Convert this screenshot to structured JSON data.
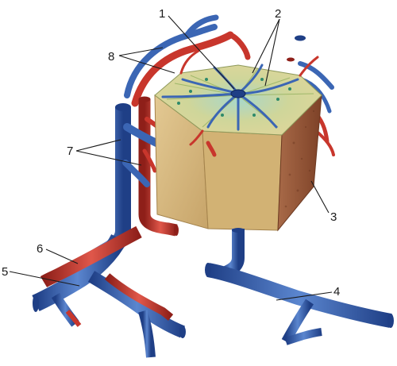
{
  "colors": {
    "vein": "#3b66b4",
    "vein_dark": "#1f3f86",
    "artery": "#c8362c",
    "artery_dark": "#8e1f19",
    "lobule_face": "#d8bb82",
    "lobule_side": "#9a5a3c",
    "lobule_top": "#cfd69a",
    "bile_green": "#2e8a6a"
  },
  "labels": [
    {
      "id": "1",
      "text": "1"
    },
    {
      "id": "2",
      "text": "2"
    },
    {
      "id": "3",
      "text": "3"
    },
    {
      "id": "4",
      "text": "4"
    },
    {
      "id": "5",
      "text": "5"
    },
    {
      "id": "6",
      "text": "6"
    },
    {
      "id": "7",
      "text": "7"
    },
    {
      "id": "8",
      "text": "8"
    }
  ]
}
